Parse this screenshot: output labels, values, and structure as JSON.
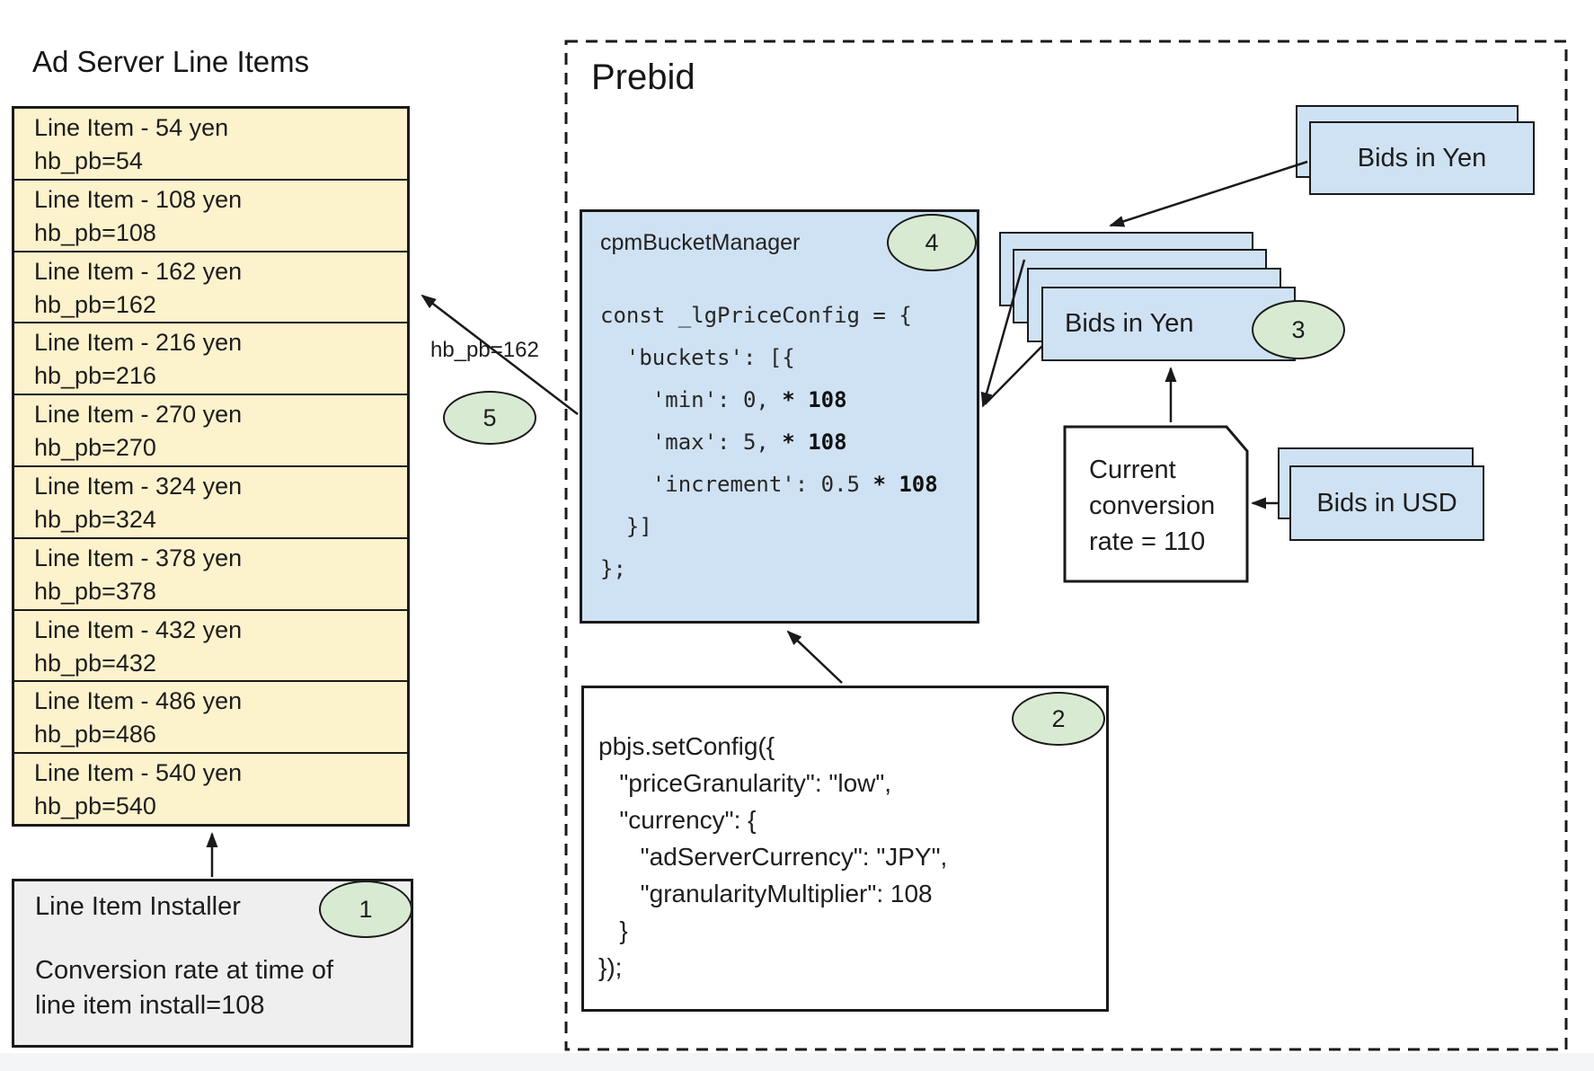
{
  "left_panel": {
    "title": "Ad Server Line Items",
    "line_items": [
      {
        "line1": "Line Item - 54 yen",
        "line2": "hb_pb=54"
      },
      {
        "line1": "Line Item - 108 yen",
        "line2": "hb_pb=108"
      },
      {
        "line1": "Line Item - 162 yen",
        "line2": "hb_pb=162"
      },
      {
        "line1": "Line Item - 216 yen",
        "line2": "hb_pb=216"
      },
      {
        "line1": "Line Item - 270 yen",
        "line2": "hb_pb=270"
      },
      {
        "line1": "Line Item - 324 yen",
        "line2": "hb_pb=324"
      },
      {
        "line1": "Line Item - 378 yen",
        "line2": "hb_pb=378"
      },
      {
        "line1": "Line Item - 432 yen",
        "line2": "hb_pb=432"
      },
      {
        "line1": "Line Item - 486 yen",
        "line2": "hb_pb=486"
      },
      {
        "line1": "Line Item - 540 yen",
        "line2": "hb_pb=540"
      }
    ],
    "installer": {
      "title": "Line Item Installer",
      "badge": "1",
      "body": "Conversion rate at time of line item install=108"
    }
  },
  "prebid": {
    "title": "Prebid",
    "cpm_bucket_manager": {
      "title": "cpmBucketManager",
      "badge": "4",
      "code": [
        {
          "text": "const _lgPriceConfig = {",
          "bold": ""
        },
        {
          "text": "  'buckets': [{",
          "bold": ""
        },
        {
          "text": "    'min': 0, ",
          "bold": "* 108"
        },
        {
          "text": "    'max': 5, ",
          "bold": "* 108"
        },
        {
          "text": "    'increment': 0.5 ",
          "bold": "* 108"
        },
        {
          "text": "  }]",
          "bold": ""
        },
        {
          "text": "};",
          "bold": ""
        }
      ]
    },
    "set_config": {
      "badge": "2",
      "code": [
        "pbjs.setConfig({",
        "   \"priceGranularity\": \"low\",",
        "   \"currency\": {",
        "      \"adServerCurrency\": \"JPY\",",
        "      \"granularityMultiplier\": 108",
        "   }",
        "});"
      ]
    },
    "bids_in_yen_top": "Bids in Yen",
    "bids_in_yen_stack": {
      "label": "Bids in Yen",
      "badge": "3"
    },
    "bids_in_usd": "Bids in USD",
    "conversion_note": "Current conversion rate = 110",
    "arrow_label": "hb_pb=162",
    "step5_badge": "5"
  },
  "colors": {
    "card_blue": "#cfe2f3",
    "badge_green": "#d9ead3",
    "row_yellow": "#fcf2cc",
    "installer_gray": "#efefef",
    "line_black": "#1a1a1a"
  }
}
